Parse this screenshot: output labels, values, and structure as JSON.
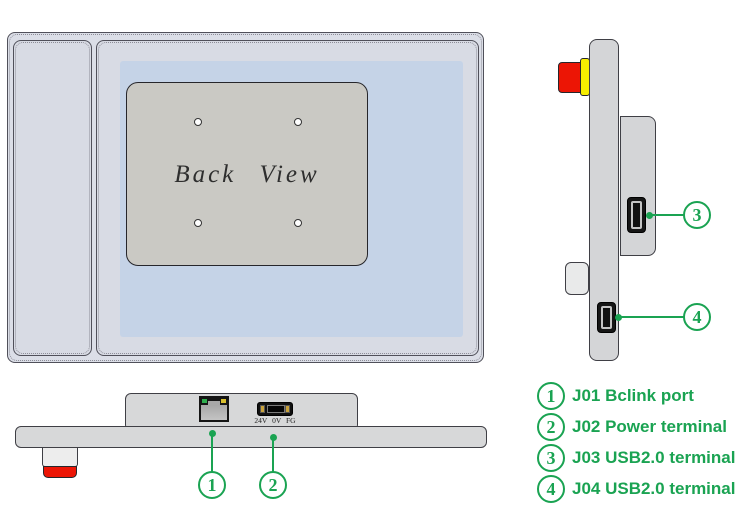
{
  "back_view": {
    "label": "Back View"
  },
  "bottom_view": {
    "power_pins_label": "24V 0V FG"
  },
  "callouts": {
    "c1": "1",
    "c2": "2",
    "c3": "3",
    "c4": "4"
  },
  "legend": {
    "items": [
      {
        "number": "1",
        "label": "J01 Bclink port"
      },
      {
        "number": "2",
        "label": "J02 Power terminal"
      },
      {
        "number": "3",
        "label": "J03 USB2.0 terminal"
      },
      {
        "number": "4",
        "label": "J04 USB2.0 terminal"
      }
    ]
  },
  "colors": {
    "accent_green": "#1aa352",
    "button_red": "#ec1505",
    "collar_yellow": "#f7ee00",
    "panel_gray": "#d8dbe4",
    "inner_blue": "#c5d3e7",
    "plate_gray": "#cac9c4"
  }
}
